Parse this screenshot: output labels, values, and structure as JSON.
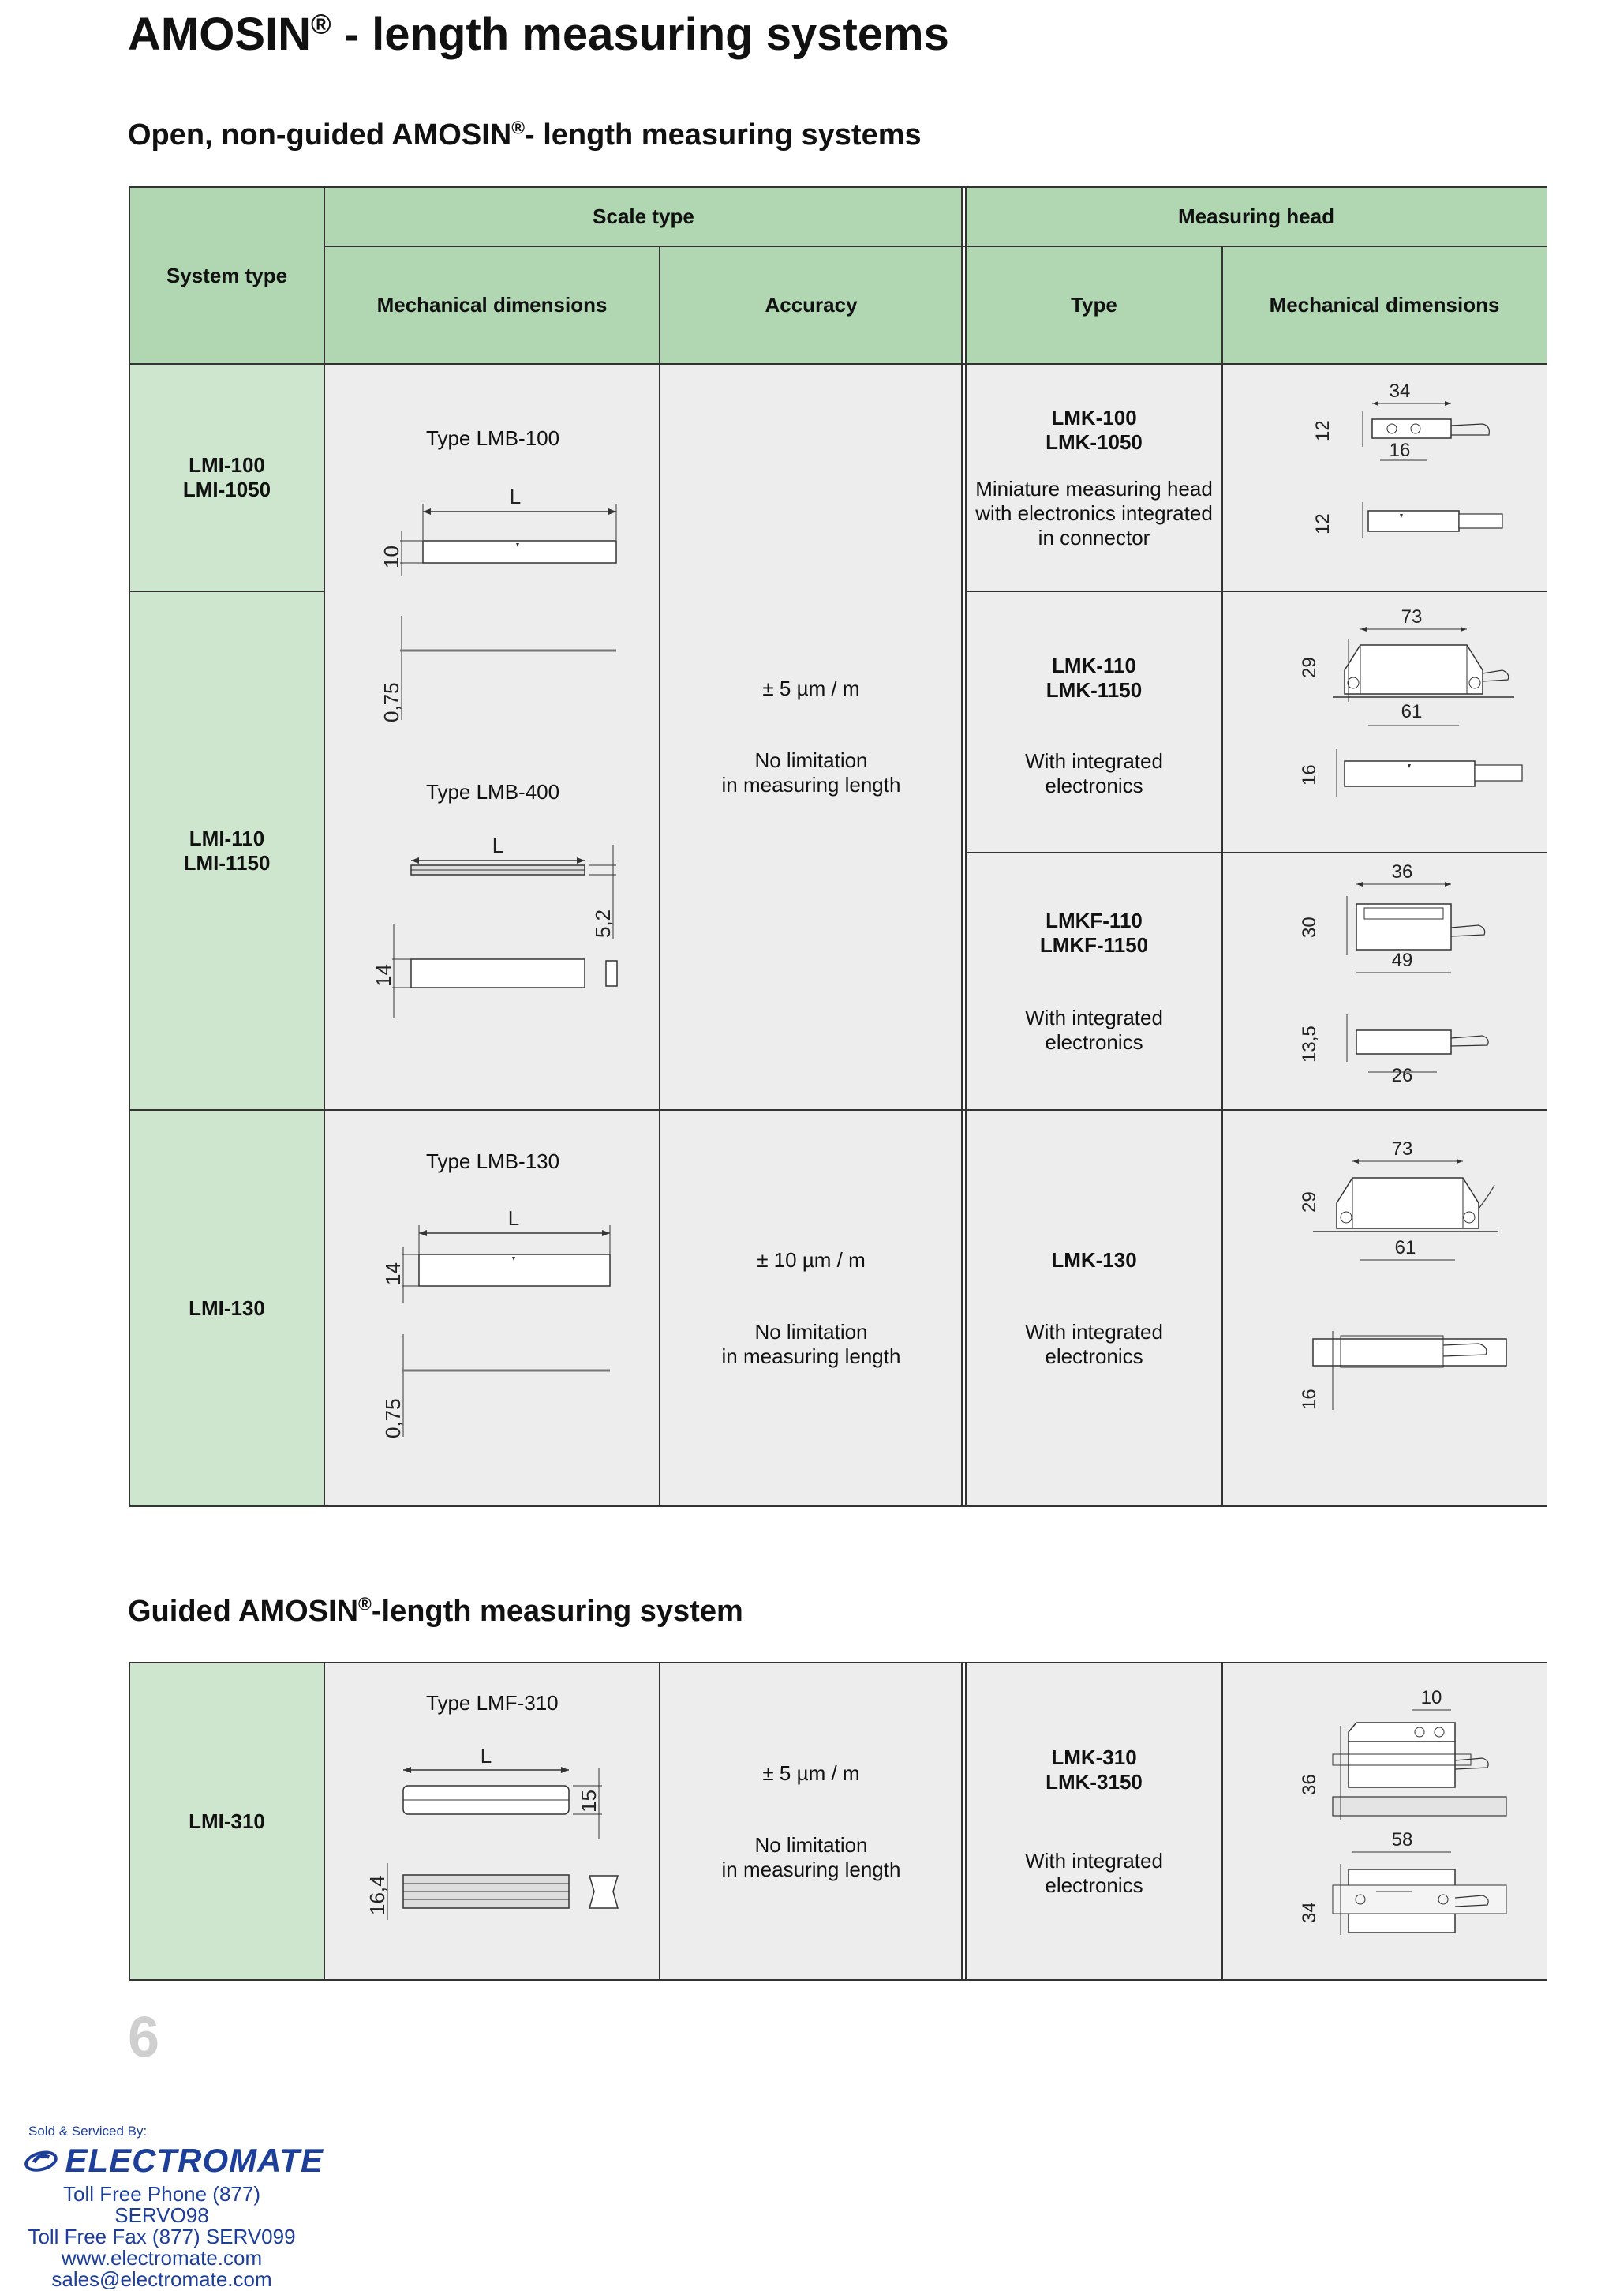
{
  "page": {
    "title": "AMOSIN",
    "title_rest": " - length measuring systems",
    "section1_title": "Open, non-guided AMOSIN",
    "section1_rest": "- length measuring systems",
    "section2_title": "Guided AMOSIN",
    "section2_rest": "-length measuring system",
    "registered": "®",
    "page_number": "6"
  },
  "headers": {
    "system_type": "System type",
    "scale_type": "Scale type",
    "measuring_head": "Measuring head",
    "mech_dims": "Mechanical dimensions",
    "accuracy": "Accuracy",
    "type": "Type",
    "mech_dims_head": "Mechanical dimensions"
  },
  "rows": {
    "r1": {
      "system": [
        "LMI-100",
        "LMI-1050"
      ],
      "head": [
        "LMK-100",
        "LMK-1050"
      ],
      "desc": [
        "Miniature measuring head",
        "with electronics integrated",
        "in connector"
      ]
    },
    "r2": {
      "system": [
        "LMI-110",
        "LMI-1150"
      ],
      "head": [
        "LMK-110",
        "LMK-1150"
      ],
      "desc": [
        "With integrated",
        "electronics"
      ]
    },
    "r3": {
      "head": [
        "LMKF-110",
        "LMKF-1150"
      ],
      "desc": [
        "With integrated",
        "electronics"
      ]
    },
    "r4": {
      "system": [
        "LMI-130"
      ],
      "head": [
        "LMK-130"
      ],
      "desc": [
        "With integrated",
        "electronics"
      ]
    },
    "r5": {
      "system": [
        "LMI-310"
      ],
      "head": [
        "LMK-310",
        "LMK-3150"
      ],
      "desc": [
        "With integrated",
        "electronics"
      ]
    }
  },
  "scales": {
    "lmb100": "Type LMB-100",
    "lmb400": "Type LMB-400",
    "lmb130": "Type LMB-130",
    "lmf310": "Type LMF-310"
  },
  "accuracy": {
    "a1": "± 5 µm / m",
    "a1b": [
      "No limitation",
      "in measuring length"
    ],
    "a2": "± 10 µm / m",
    "a2b": [
      "No limitation",
      "in measuring length"
    ],
    "a3": "± 5 µm / m",
    "a3b": [
      "No limitation",
      "in measuring length"
    ]
  },
  "dims": {
    "L": "L",
    "d10": "10",
    "d075": "0,75",
    "d52": "5,2",
    "d14": "14",
    "d14b": "14",
    "d075b": "0,75",
    "d15": "15",
    "d164": "16,4",
    "h1_34": "34",
    "h1_12": "12",
    "h1_16": "16",
    "h1_12b": "12",
    "h2_73": "73",
    "h2_29": "29",
    "h2_61": "61",
    "h2_16": "16",
    "h3_36": "36",
    "h3_30": "30",
    "h3_49": "49",
    "h3_135": "13,5",
    "h3_26": "26",
    "h4_73": "73",
    "h4_29": "29",
    "h4_61": "61",
    "h4_16": "16",
    "h5_10": "10",
    "h5_36": "36",
    "h5_58": "58",
    "h5_34": "34"
  },
  "footer": {
    "sold": "Sold & Serviced By:",
    "brand": "ELECTROMATE",
    "phone": "Toll Free Phone  (877) SERVO98",
    "fax": "Toll Free Fax  (877) SERV099",
    "web": "www.electromate.com",
    "email": "sales@electromate.com"
  },
  "colors": {
    "header_green": "#b0d6b2",
    "body_green": "#cde6cd",
    "body_grey": "#ededed",
    "footer_blue": "#1d3f9a"
  }
}
